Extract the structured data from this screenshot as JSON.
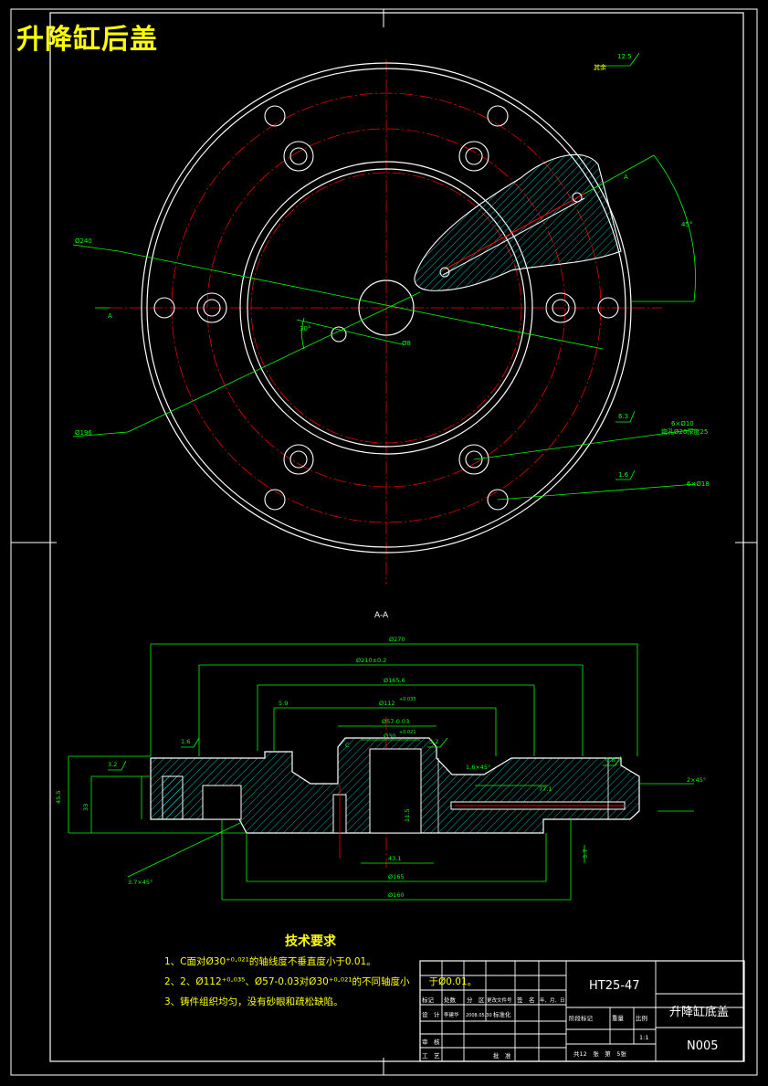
{
  "header": {
    "title": "升降缸后盖"
  },
  "top_view": {
    "roughness_other_label": "其余",
    "roughness_other_value": "12.5",
    "section_marker": "A",
    "dim_outer_dia": "Ø240",
    "dim_pcd": "Ø196",
    "dim_center": "Ø8",
    "dim_small_angle": "30°",
    "dim_big_angle": "45°",
    "roughness_a": "6.3",
    "roughness_b": "1.6",
    "holes_a_label1": "6×Ø10",
    "holes_a_label2": "锪孔Ø20深度25",
    "holes_b_label": "6×Ø18"
  },
  "section_view": {
    "title": "A-A",
    "dim_d270": "Ø270",
    "dim_d210": "Ø210±0.2",
    "dim_d165": "Ø165.6",
    "dim_d112": "Ø112",
    "dim_d112_tol": "+0.035",
    "dim_d57": "Ø57-0.03",
    "dim_d30": "Ø30",
    "dim_d30_tol": "+0.021",
    "dim_5_9": "5.9",
    "dim_1_6": "1.6",
    "dim_3_2": "3.2",
    "dim_chamfer": "1.6×45°",
    "dim_2x45": "2×45°",
    "dim_0_8": "0.8",
    "dim_45_5": "45.5",
    "dim_33": "33",
    "dim_11_5": "11.5",
    "dim_d165b": "Ø165",
    "dim_d160": "Ø160",
    "dim_3_7x45": "3.7×45°",
    "dim_3_7": "3.7",
    "dim_43_1": "43.1",
    "dim_77_1": "77.1",
    "dim_c": "C"
  },
  "tech_requirements": {
    "heading": "技术要求",
    "item1": "1、C面对Ø30⁺⁰·⁰²¹的轴线度不垂直度小于0.01。",
    "item2": "2、2、Ø112⁺⁰·⁰³⁵、Ø57-0.03对Ø30⁺⁰·⁰²¹的不同轴度小　　于Ø0.01。",
    "item3": "3、铸件组织均匀，没有砂眼和疏松缺陷。"
  },
  "title_block": {
    "material": "HT25-47",
    "part_name": "升降缸底盖",
    "drawing_no": "N005",
    "scale": "1:1",
    "sheets": "共12　张　第　5张",
    "row1": [
      "标记",
      "处数",
      "分　区",
      "更改文件号",
      "签　名",
      "年、月、日"
    ],
    "row2": [
      "设　计",
      "李建华",
      "2008.05.30",
      "标准化"
    ],
    "stage_header": [
      "阶段标记",
      "重量",
      "比例"
    ],
    "row_check": [
      "审　核"
    ],
    "row_craft": [
      "工　艺",
      "批　准"
    ]
  },
  "colors": {
    "background": "#000000",
    "outline": "#ffffff",
    "centerline": "#ff0000",
    "dimension": "#00ff00",
    "hatch": "#00ffff",
    "title": "#ffff00"
  }
}
